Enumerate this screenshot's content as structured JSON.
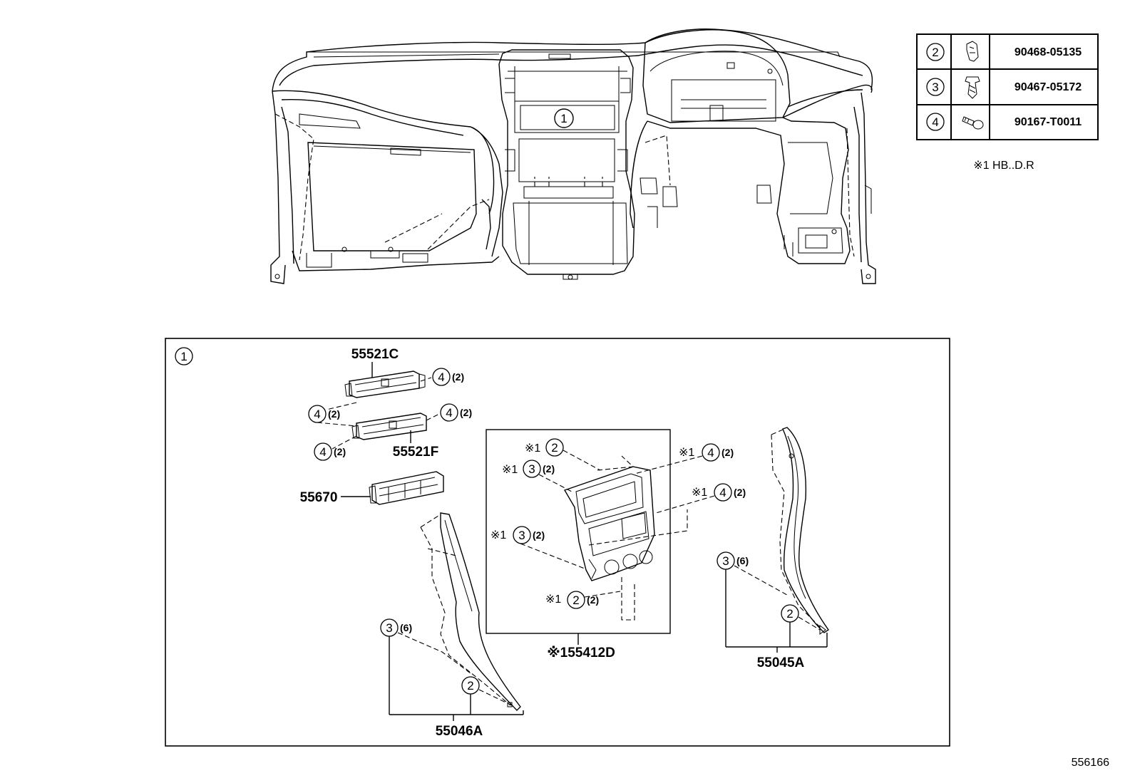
{
  "dashboard_callout": "1",
  "fastener_table": [
    {
      "ref": "2",
      "icon": "clip-icon",
      "part_number": "90468-05135"
    },
    {
      "ref": "3",
      "icon": "push-rivet-icon",
      "part_number": "90467-05172"
    },
    {
      "ref": "4",
      "icon": "screw-icon",
      "part_number": "90167-T0011"
    }
  ],
  "footnote": "※1 HB..D.R",
  "detail_box": {
    "ref": "1",
    "parts": {
      "p55521c": "55521C",
      "p55521f": "55521F",
      "p55670": "55670",
      "p55412d": "※155412D",
      "p55045a": "55045A",
      "p55046a": "55046A"
    },
    "callouts": {
      "c4_top_right": {
        "ref": "4",
        "qty": "(2)"
      },
      "c4_mid_left": {
        "ref": "4",
        "qty": "(2)"
      },
      "c4_mid_right": {
        "ref": "4",
        "qty": "(2)"
      },
      "c4_low_left": {
        "ref": "4",
        "qty": "(2)"
      },
      "cp_2_a": {
        "mark": "※1",
        "ref": "2"
      },
      "cp_3_a": {
        "mark": "※1",
        "ref": "3",
        "qty": "(2)"
      },
      "cp_4_a": {
        "mark": "※1",
        "ref": "4",
        "qty": "(2)"
      },
      "cp_4_b": {
        "mark": "※1",
        "ref": "4",
        "qty": "(2)"
      },
      "cp_3_b": {
        "mark": "※1",
        "ref": "3",
        "qty": "(2)"
      },
      "cp_2_b": {
        "mark": "※1",
        "ref": "2",
        "qty": "(2)"
      },
      "r3": {
        "ref": "3",
        "qty": "(6)"
      },
      "r2": {
        "ref": "2"
      },
      "l3": {
        "ref": "3",
        "qty": "(6)"
      },
      "l2": {
        "ref": "2"
      }
    }
  },
  "figure_id": "556166"
}
